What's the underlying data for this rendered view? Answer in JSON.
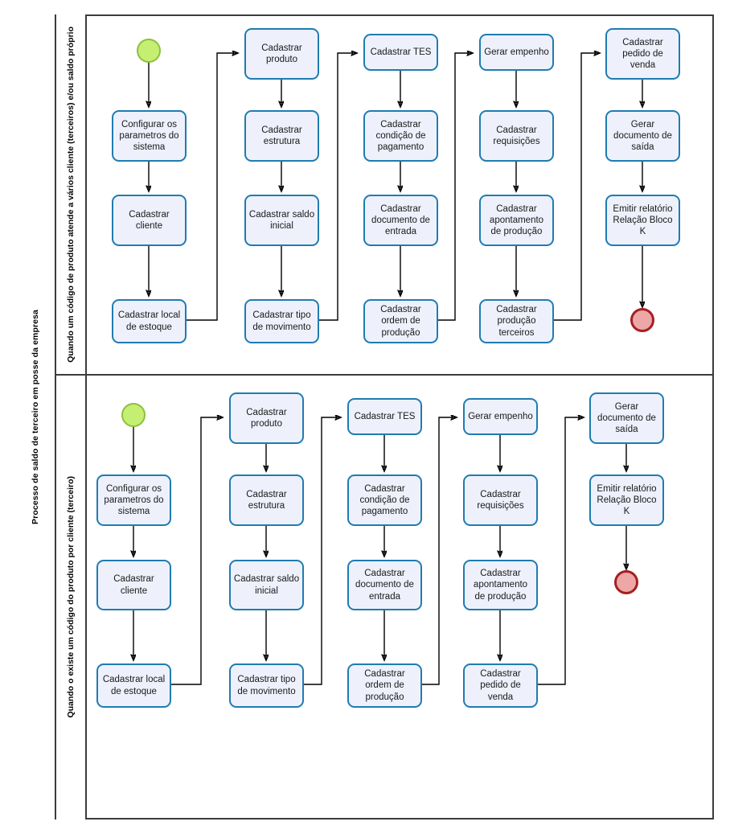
{
  "pool": {
    "title": "Processo de saldo de terceiro em posse da empresa"
  },
  "lanes": [
    {
      "label": "Quando um código de produto atende a vários cliente (terceiros) e/ou saldo próprio"
    },
    {
      "label": "Quando o existe um código do produto por cliente (terceiro)"
    }
  ],
  "events": {
    "start": "start-event",
    "end": "end-event"
  },
  "lane1": {
    "col1": [
      "Configurar os parametros do sistema",
      "Cadastrar cliente",
      "Cadastrar local de estoque"
    ],
    "col2": [
      "Cadastrar produto",
      "Cadastrar estrutura",
      "Cadastrar saldo inicial",
      "Cadastrar tipo de movimento"
    ],
    "col3": [
      "Cadastrar TES",
      "Cadastrar condição de pagamento",
      "Cadastrar documento de entrada",
      "Cadastrar ordem de produção"
    ],
    "col4": [
      "Gerar empenho",
      "Cadastrar requisições",
      "Cadastrar apontamento de produção",
      "Cadastrar produção terceiros"
    ],
    "col5": [
      "Cadastrar pedido de venda",
      "Gerar documento de saída",
      "Emitir relatório Relação Bloco K"
    ]
  },
  "lane2": {
    "col1": [
      "Configurar os parametros do sistema",
      "Cadastrar cliente",
      "Cadastrar local de estoque"
    ],
    "col2": [
      "Cadastrar produto",
      "Cadastrar estrutura",
      "Cadastrar saldo inicial",
      "Cadastrar tipo de movimento"
    ],
    "col3": [
      "Cadastrar TES",
      "Cadastrar condição de pagamento",
      "Cadastrar documento de entrada",
      "Cadastrar ordem de produção"
    ],
    "col4": [
      "Gerar empenho",
      "Cadastrar requisições",
      "Cadastrar apontamento de produção",
      "Cadastrar pedido de venda"
    ],
    "col5": [
      "Gerar documento de saída",
      "Emitir relatório Relação Bloco K"
    ]
  },
  "colors": {
    "node_fill": "#eef1fc",
    "node_border": "#1f7cb0",
    "start_fill": "#c5ef72",
    "start_border": "#8fbf3f",
    "end_fill": "#eda7a7",
    "end_border": "#a51f23",
    "frame": "#3c3c3c"
  }
}
